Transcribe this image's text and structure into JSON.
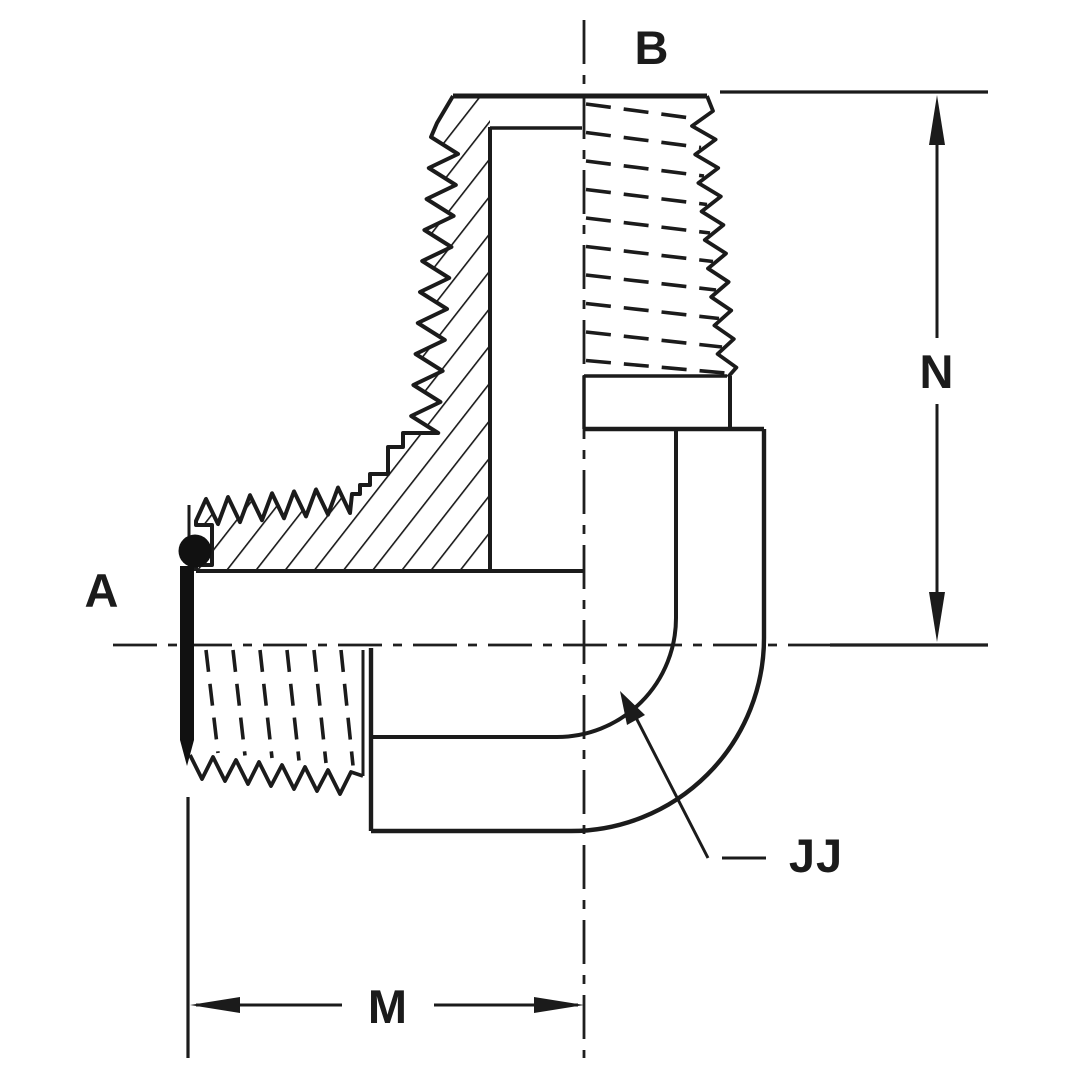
{
  "drawing": {
    "kind": "technical-section-drawing",
    "subject": "90-degree male elbow fitting, half-section view",
    "colors": {
      "ink": "#1b1b1b",
      "background": "#ffffff"
    },
    "labels": {
      "port_a": "A",
      "port_b": "B",
      "dim_n": "N",
      "dim_m": "M",
      "radius_jj": "JJ"
    }
  }
}
